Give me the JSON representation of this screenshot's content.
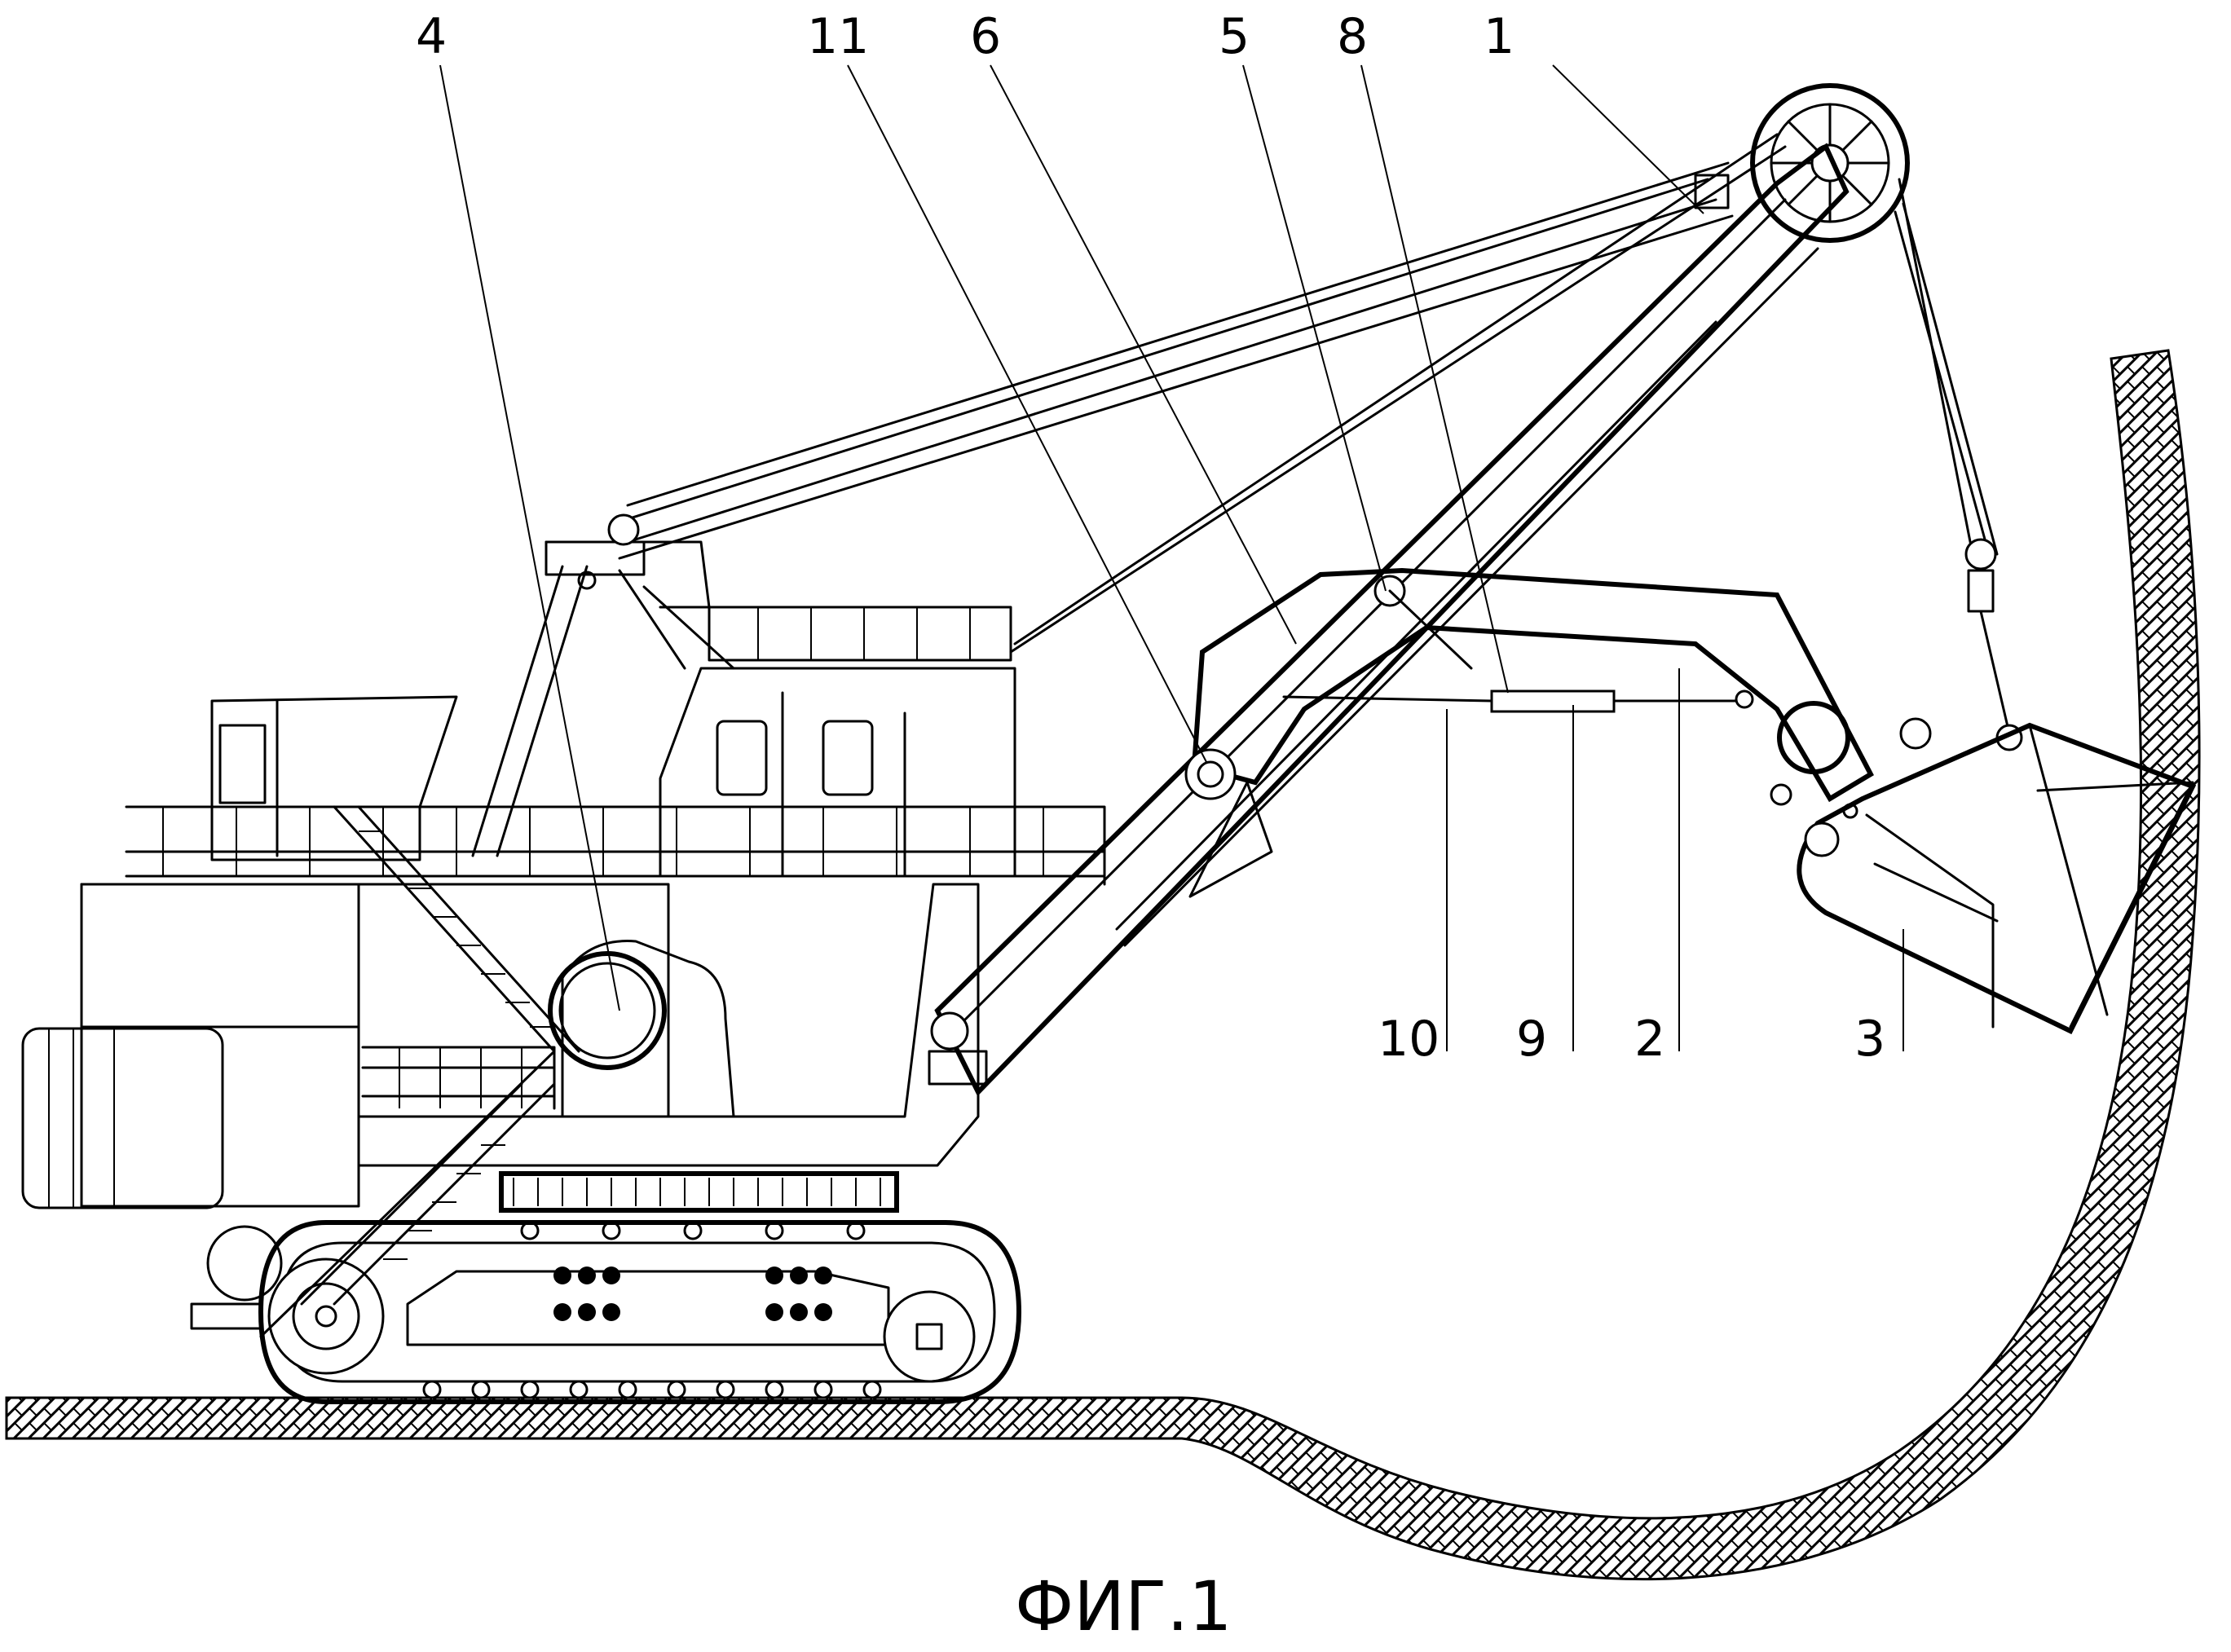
{
  "figure": {
    "caption": "ФИГ.1",
    "labels": {
      "l1": "1",
      "l2": "2",
      "l3": "3",
      "l4": "4",
      "l5": "5",
      "l6": "6",
      "l8": "8",
      "l9": "9",
      "l10": "10",
      "l11": "11"
    }
  }
}
